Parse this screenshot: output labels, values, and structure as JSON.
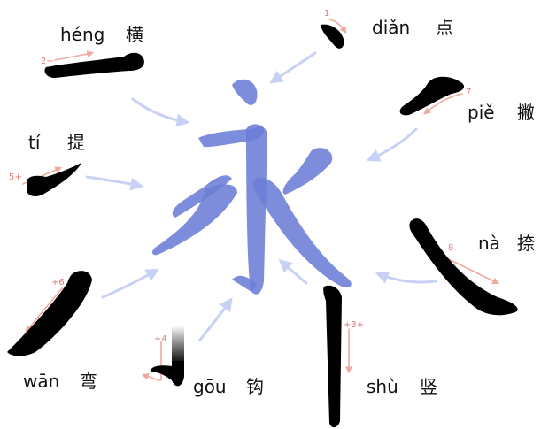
{
  "colors": {
    "stroke_ink": "#000000",
    "character_fill": "#6b7dd6",
    "pointer_arrow": "#c7d0f5",
    "order_arrow": "#f0a8a0",
    "order_number": "#e37a7a"
  },
  "center_character": {
    "glyph": "永",
    "rendering": "strokes"
  },
  "strokes": [
    {
      "key": "dian",
      "pinyin": "diǎn",
      "hanzi": "点",
      "order": "1"
    },
    {
      "key": "heng",
      "pinyin": "héng",
      "hanzi": "横",
      "order": "2+"
    },
    {
      "key": "shu",
      "pinyin": "shù",
      "hanzi": "竖",
      "order": "+3+"
    },
    {
      "key": "gou",
      "pinyin": "gōu",
      "hanzi": "钩",
      "order": "+4"
    },
    {
      "key": "ti",
      "pinyin": "tí",
      "hanzi": "提",
      "order": "5+"
    },
    {
      "key": "wan",
      "pinyin": "wān",
      "hanzi": "弯",
      "order": "+6"
    },
    {
      "key": "pie",
      "pinyin": "piě",
      "hanzi": "撇",
      "order": "7"
    },
    {
      "key": "na",
      "pinyin": "nà",
      "hanzi": "捺",
      "order": "8"
    }
  ]
}
